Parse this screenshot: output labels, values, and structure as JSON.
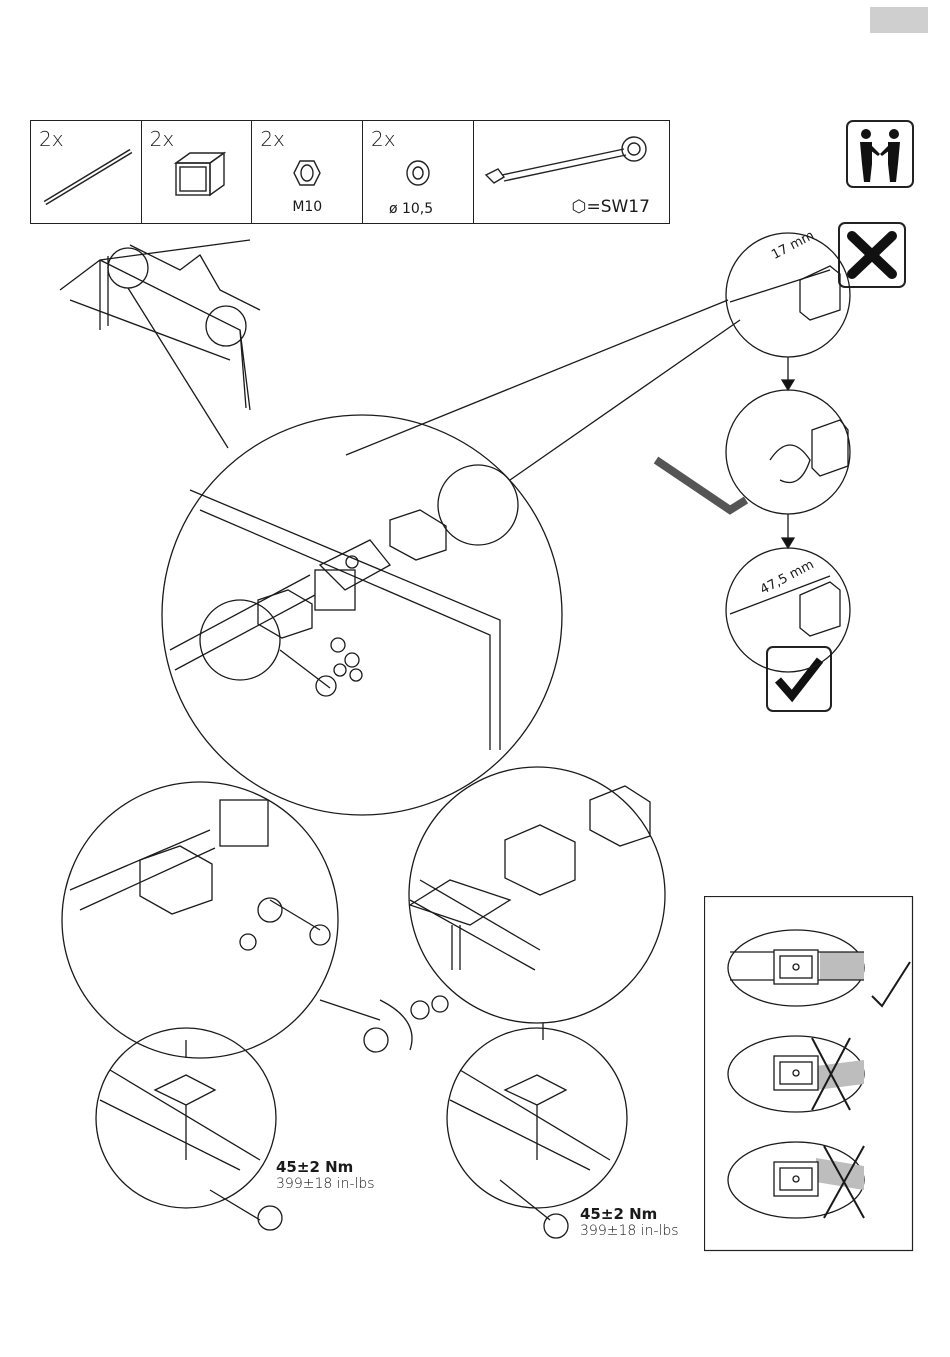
{
  "parts": [
    {
      "qty": "2x",
      "label": "",
      "icon": "connector-rod-icon"
    },
    {
      "qty": "2x",
      "label": "",
      "icon": "bracket-sleeve-icon"
    },
    {
      "qty": "2x",
      "label": "M10",
      "icon": "hex-nut-icon"
    },
    {
      "qty": "2x",
      "label": "ø 10,5",
      "icon": "washer-icon"
    },
    {
      "qty": "",
      "label": "⬡=SW17",
      "icon": "combination-wrench-icon"
    }
  ],
  "dimension_top": "17 mm",
  "dimension_bottom": "47,5 mm",
  "torque_left": {
    "value": "45±2 Nm",
    "imperial": "399±18 in-lbs"
  },
  "torque_right": {
    "value": "45±2 Nm",
    "imperial": "399±18 in-lbs"
  },
  "icons": [
    "two-person-icon",
    "wrong-cross-icon",
    "correct-check-icon",
    "allen-key-icon"
  ],
  "colors": {
    "line": "#1a1a1a",
    "tab": "#cfcfcf",
    "shade": "#bdbdbd"
  }
}
